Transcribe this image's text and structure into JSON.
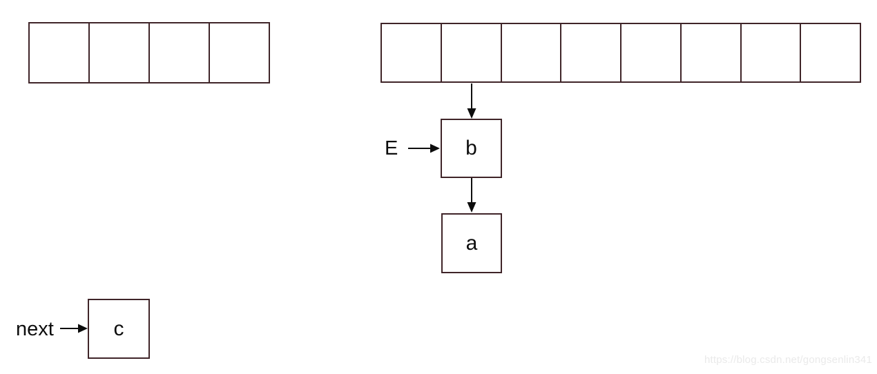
{
  "diagram": {
    "left_array": {
      "cells": 4
    },
    "right_array": {
      "cells": 8
    },
    "node_b": {
      "label": "b"
    },
    "node_a": {
      "label": "a"
    },
    "node_c": {
      "label": "c"
    },
    "pointer_e": {
      "label": "E"
    },
    "pointer_next": {
      "label": "next"
    },
    "colors": {
      "box_border": "#3f2428",
      "line": "#0d0d0d",
      "watermark_text": "#eaeaea"
    }
  },
  "watermark": {
    "text": "https://blog.csdn.net/gongsenlin341"
  }
}
